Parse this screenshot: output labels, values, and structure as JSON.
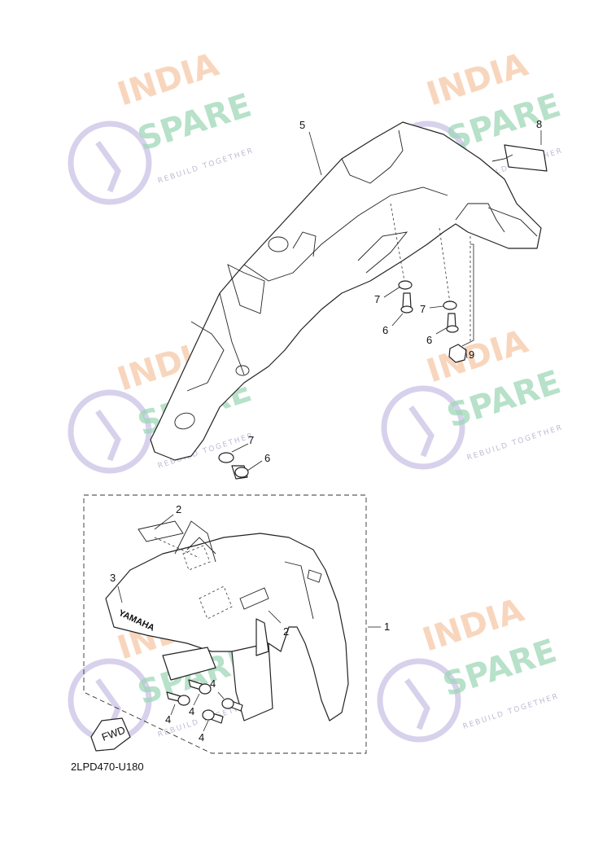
{
  "diagram": {
    "drawing_code": "2LPD470-U180",
    "callouts": [
      "1",
      "2",
      "3",
      "4",
      "5",
      "6",
      "7",
      "8",
      "9"
    ],
    "arrow_label": "FWD",
    "fender_brand": "YAMAHA"
  },
  "watermark": {
    "line1": "INDIA",
    "line2": "SPARE",
    "tagline": "REBUILD TOGETHER"
  },
  "colors": {
    "watermark_orange": "#f6c9a8",
    "watermark_green": "#9fd7b8",
    "watermark_purple": "#c9c2e6"
  }
}
